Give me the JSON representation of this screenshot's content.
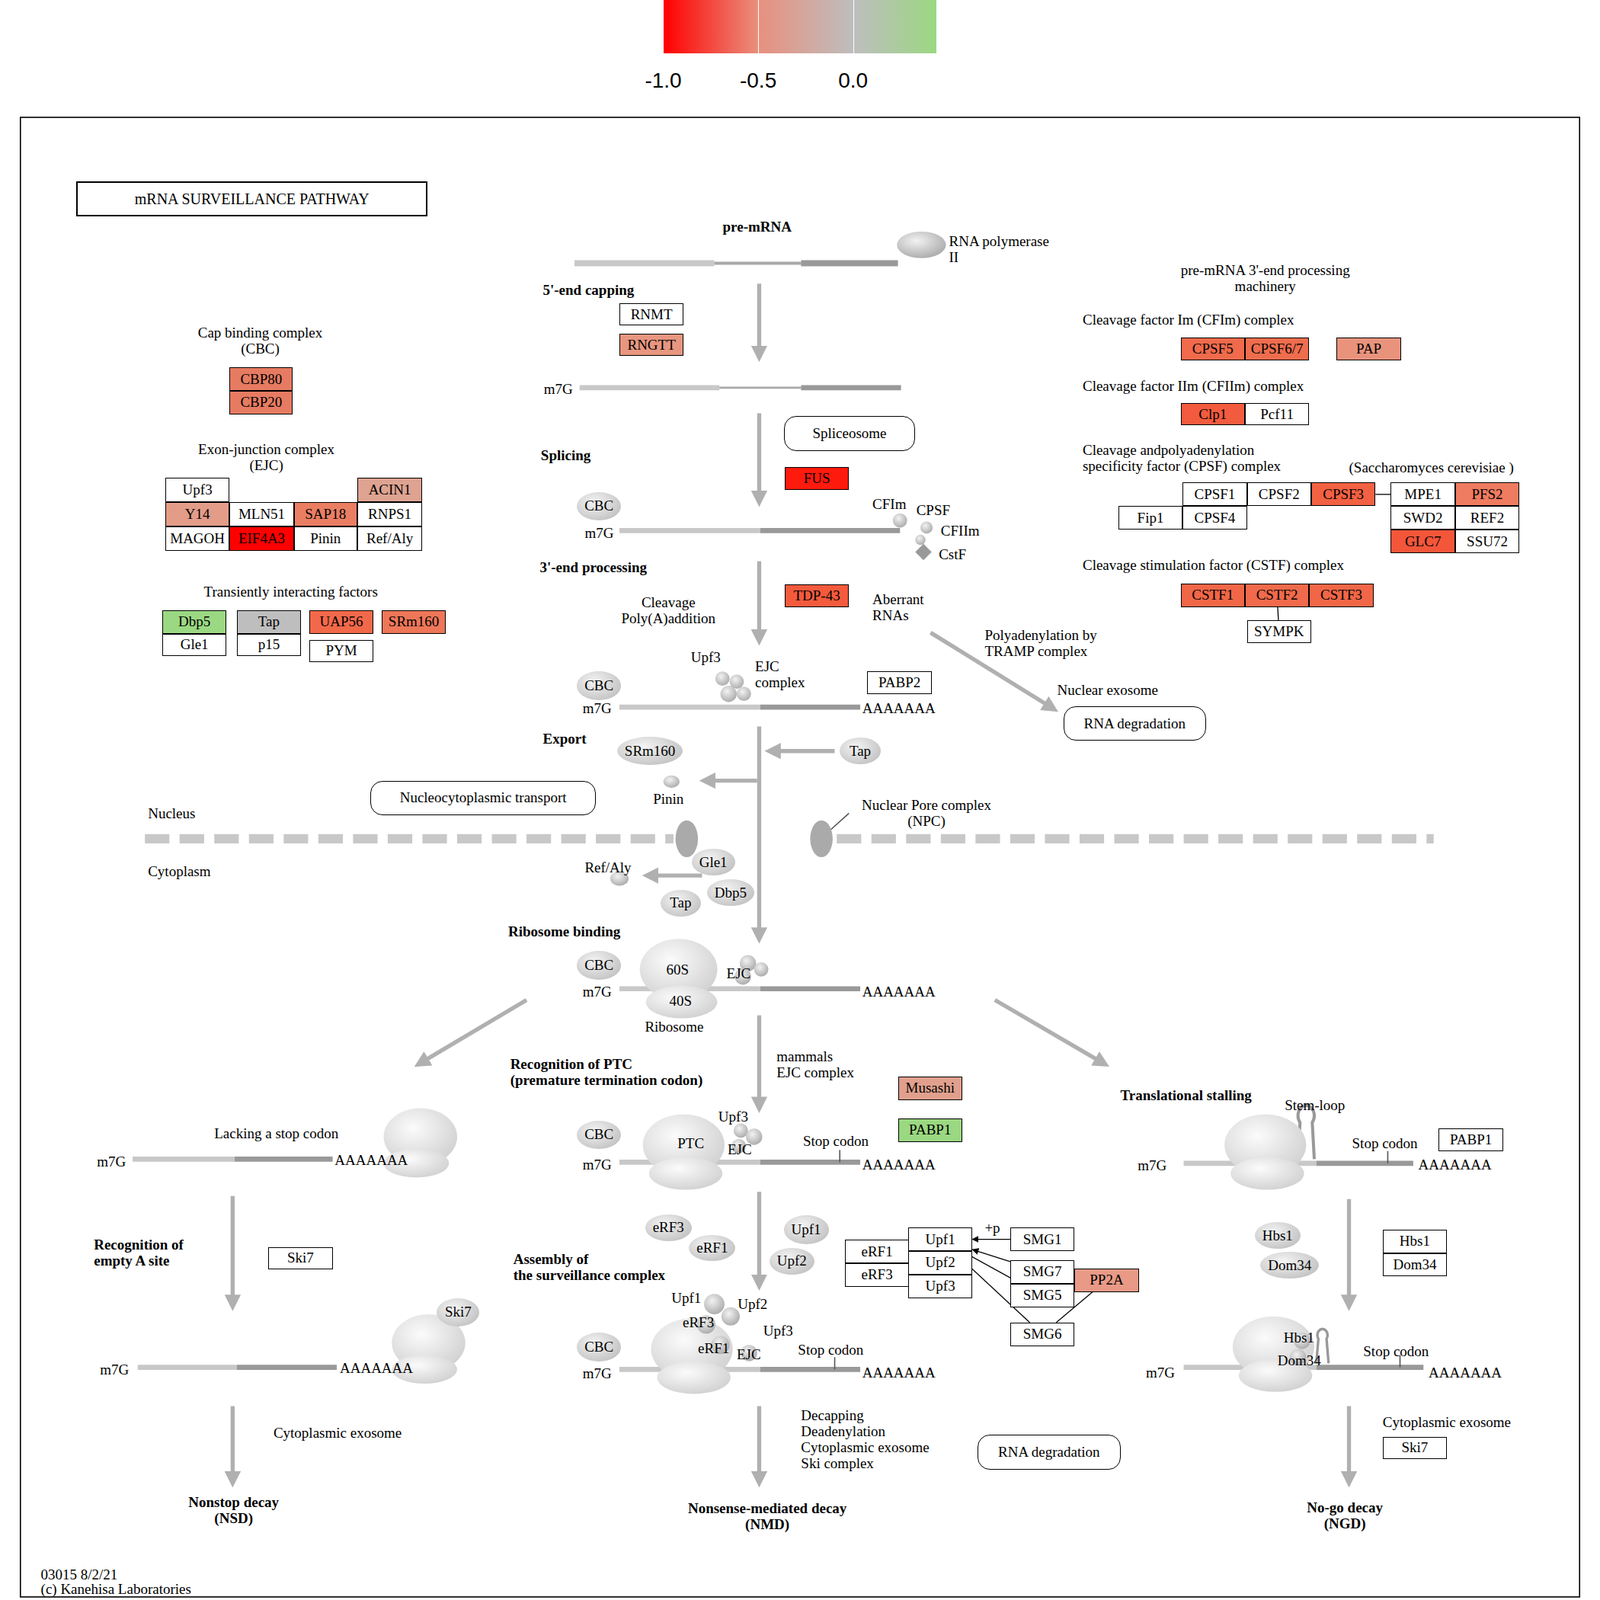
{
  "diagram": {
    "title": "mRNA SURVEILLANCE PATHWAY",
    "nodes": [
      {
        "text": [
          "RNMT"
        ]
      },
      {
        "text": [
          "RNGTT"
        ]
      },
      {
        "text": [
          "CBP80"
        ]
      },
      {
        "text": [
          "CBP20"
        ]
      },
      {
        "text": [
          "Upf3"
        ]
      },
      {
        "text": [
          "ACIN1"
        ]
      },
      {
        "text": [
          "Y14"
        ]
      },
      {
        "text": [
          "MLN51"
        ]
      },
      {
        "text": [
          "SAP18"
        ]
      },
      {
        "text": [
          "RNPS1"
        ]
      },
      {
        "text": [
          "MAGOH"
        ]
      },
      {
        "text": [
          "EIF4A3"
        ]
      },
      {
        "text": [
          "Pinin"
        ]
      },
      {
        "text": [
          "Ref/Aly"
        ]
      },
      {
        "text": [
          "Dbp5"
        ]
      },
      {
        "text": [
          "Tap"
        ]
      },
      {
        "text": [
          "UAP56"
        ]
      },
      {
        "text": [
          "SRm160"
        ]
      },
      {
        "text": [
          "Gle1"
        ]
      },
      {
        "text": [
          "p15"
        ]
      },
      {
        "text": [
          "PYM"
        ]
      },
      {
        "text": [
          "Spliceosome"
        ]
      },
      {
        "text": [
          "FUS"
        ]
      },
      {
        "text": [
          "TDP-43"
        ]
      },
      {
        "text": [
          "PABP2"
        ]
      },
      {
        "text": [
          "Nucleocytoplasmic transport"
        ]
      },
      {
        "text": [
          "RNA degradation"
        ]
      },
      {
        "text": [
          "CPSF5"
        ]
      },
      {
        "text": [
          "CPSF6/7"
        ]
      },
      {
        "text": [
          "PAP"
        ]
      },
      {
        "text": [
          "Clp1"
        ]
      },
      {
        "text": [
          "Pcf11"
        ]
      },
      {
        "text": [
          "CPSF1"
        ]
      },
      {
        "text": [
          "CPSF2"
        ]
      },
      {
        "text": [
          "CPSF3"
        ]
      },
      {
        "text": [
          "MPE1"
        ]
      },
      {
        "text": [
          "PFS2"
        ]
      },
      {
        "text": [
          "Fip1"
        ]
      },
      {
        "text": [
          "CPSF4"
        ]
      },
      {
        "text": [
          "SWD2"
        ]
      },
      {
        "text": [
          "REF2"
        ]
      },
      {
        "text": [
          "GLC7"
        ]
      },
      {
        "text": [
          "SSU72"
        ]
      },
      {
        "text": [
          "CSTF1"
        ]
      },
      {
        "text": [
          "CSTF2"
        ]
      },
      {
        "text": [
          "CSTF3"
        ]
      },
      {
        "text": [
          "SYMPK"
        ]
      },
      {
        "text": [
          "Musashi"
        ]
      },
      {
        "text": [
          "PABP1"
        ]
      },
      {
        "text": [
          "PABP1"
        ]
      },
      {
        "text": [
          "Ski7"
        ]
      },
      {
        "text": [
          "eRF1"
        ]
      },
      {
        "text": [
          "eRF3"
        ]
      },
      {
        "text": [
          "Upf1"
        ]
      },
      {
        "text": [
          "Upf2"
        ]
      },
      {
        "text": [
          "Upf3"
        ]
      },
      {
        "text": [
          "SMG1"
        ]
      },
      {
        "text": [
          "SMG7"
        ]
      },
      {
        "text": [
          "SMG5"
        ]
      },
      {
        "text": [
          "PP2A"
        ]
      },
      {
        "text": [
          "SMG6"
        ]
      },
      {
        "text": [
          "Hbs1"
        ]
      },
      {
        "text": [
          "Dom34"
        ]
      },
      {
        "text": [
          "RNA degradation"
        ]
      },
      {
        "text": [
          "Ski7"
        ]
      },
      {
        "text": [
          "CBC"
        ]
      },
      {
        "text": [
          "CBC"
        ]
      },
      {
        "text": [
          "SRm160"
        ]
      },
      {
        "text": [
          "Tap"
        ]
      },
      {
        "text": [
          "Gle1"
        ]
      },
      {
        "text": [
          "Tap"
        ]
      },
      {
        "text": [
          "Dbp5"
        ]
      },
      {
        "text": [
          "CBC"
        ]
      },
      {
        "text": [
          "CBC"
        ]
      },
      {
        "text": [
          "eRF3"
        ]
      },
      {
        "text": [
          "eRF1"
        ]
      },
      {
        "text": [
          "Upf1"
        ]
      },
      {
        "text": [
          "Upf2"
        ]
      },
      {
        "text": [
          "Hbs1"
        ]
      },
      {
        "text": [
          "Dom34"
        ]
      },
      {
        "text": [
          "Ski7"
        ]
      },
      {
        "text": [
          "CBC"
        ]
      }
    ],
    "edges": [
      {
        "from": 56,
        "to": 53,
        "arrow": "to"
      },
      {
        "from": 57,
        "to": 53,
        "arrow": "to"
      },
      {
        "from": 58,
        "to": 53,
        "arrow": "to"
      },
      {
        "from": 60,
        "to": 53,
        "arrow": "to"
      },
      {
        "from": 59,
        "to": 60,
        "arrow": "none"
      },
      {
        "from": 34,
        "to": 35,
        "arrow": "none"
      },
      {
        "from": 44,
        "to": 46,
        "arrow": "none"
      }
    ],
    "labels": [
      "Cap binding complex (CBC)",
      "Exon-junction complex (EJC)",
      "Transiently interacting factors",
      "pre-mRNA",
      "RNA polymerase II",
      "5'-end capping",
      "m7G",
      "Splicing",
      "m7G",
      "CFIm",
      "CPSF",
      "CFIIm",
      "CstF",
      "3'-end processing",
      "Cleavage Poly(A)addition",
      "Aberrant RNAs",
      "Upf3",
      "EJC complex",
      "m7G",
      "AAAAAAA",
      "Polyadenylation by TRAMP complex",
      "Nuclear exosome",
      "Export",
      "Pinin",
      "Nucleus",
      "Nuclear Pore complex (NPC)",
      "Cytoplasm",
      "Ref/Aly",
      "Ribosome binding",
      "m7G",
      "60S",
      "40S",
      "EJC",
      "Ribosome",
      "AAAAAAA",
      "Recognition of PTC (premature termination codon)",
      "mammals EJC complex",
      "Translational stalling",
      "Stem-loop",
      "Lacking a stop codon",
      "m7G",
      "AAAAAAA",
      "Upf3",
      "PTC",
      "EJC",
      "Stop codon",
      "m7G",
      "AAAAAAA",
      "Stop codon",
      "m7G",
      "AAAAAAA",
      "Recognition of empty A site",
      "Assembly of the surveillance complex",
      "+p",
      "m7G",
      "AAAAAAA",
      "Upf1",
      "Upf2",
      "eRF3",
      "Upf3",
      "eRF1",
      "EJC",
      "Stop codon",
      "m7G",
      "AAAAAAA",
      "Hbs1",
      "Dom34",
      "Stop codon",
      "m7G",
      "AAAAAAA",
      "Cytoplasmic exosome",
      "Decapping Deadenylation Cytoplasmic exosome Ski complex",
      "Cytoplasmic exosome",
      "Nonstop decay (NSD)",
      "Nonsense-mediated decay (NMD)",
      "No-go decay (NGD)",
      "pre-mRNA 3'-end processing machinery",
      "Cleavage factor Im (CFIm) complex",
      "Cleavage factor IIm (CFIIm) complex",
      "Cleavage andpolyadenylation specificity factor (CPSF) complex",
      "(Saccharomyces cerevisiae )",
      "Cleavage stimulation factor (CSTF) complex",
      "03015 8/2/21",
      "(c) Kanehisa Laboratories"
    ],
    "legend": [
      {
        "text": "-1.0",
        "color": "#ff0000"
      },
      {
        "text": "-0.5",
        "color": "#e8907e"
      },
      {
        "text": "0.0",
        "color": "#bebebe"
      }
    ]
  }
}
